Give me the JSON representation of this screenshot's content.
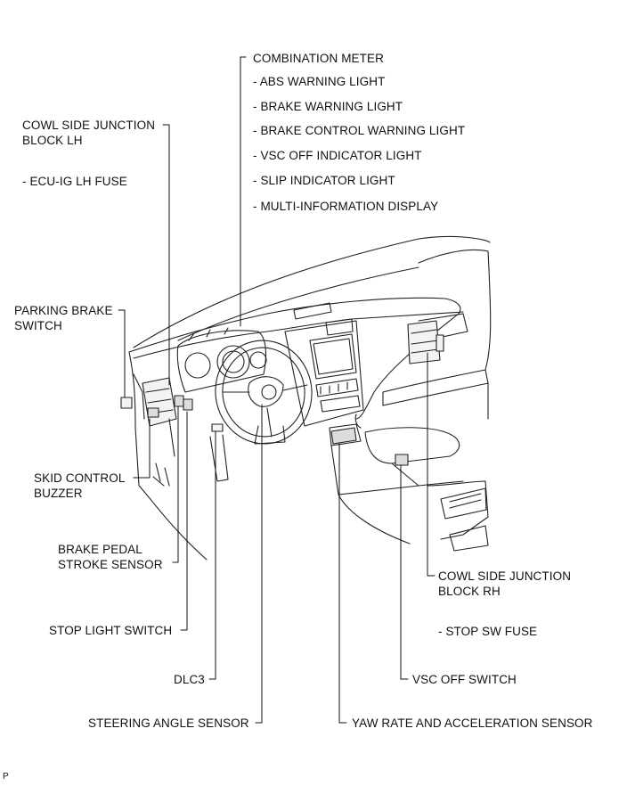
{
  "labels": {
    "combination_meter": {
      "title": "COMBINATION METER",
      "items": [
        "- ABS WARNING LIGHT",
        "- BRAKE WARNING LIGHT",
        "- BRAKE CONTROL WARNING LIGHT",
        "- VSC OFF INDICATOR LIGHT",
        "- SLIP INDICATOR LIGHT",
        "- MULTI-INFORMATION DISPLAY"
      ]
    },
    "cowl_lh": {
      "line1": "COWL SIDE JUNCTION",
      "line2": "BLOCK LH",
      "fuse": "- ECU-IG LH  FUSE"
    },
    "parking_brake": {
      "line1": "PARKING BRAKE",
      "line2": "SWITCH"
    },
    "skid_buzzer": {
      "line1": "SKID CONTROL",
      "line2": "BUZZER"
    },
    "brake_pedal": {
      "line1": "BRAKE PEDAL",
      "line2": "STROKE SENSOR"
    },
    "stop_light": "STOP LIGHT SWITCH",
    "dlc3": "DLC3",
    "steering_angle": "STEERING ANGLE SENSOR",
    "yaw_rate": "YAW RATE AND ACCELERATION SENSOR",
    "cowl_rh": {
      "line1": "COWL SIDE JUNCTION",
      "line2": "BLOCK RH",
      "fuse": "- STOP SW FUSE"
    },
    "vsc_off": "VSC OFF SWITCH",
    "corner": "P"
  }
}
